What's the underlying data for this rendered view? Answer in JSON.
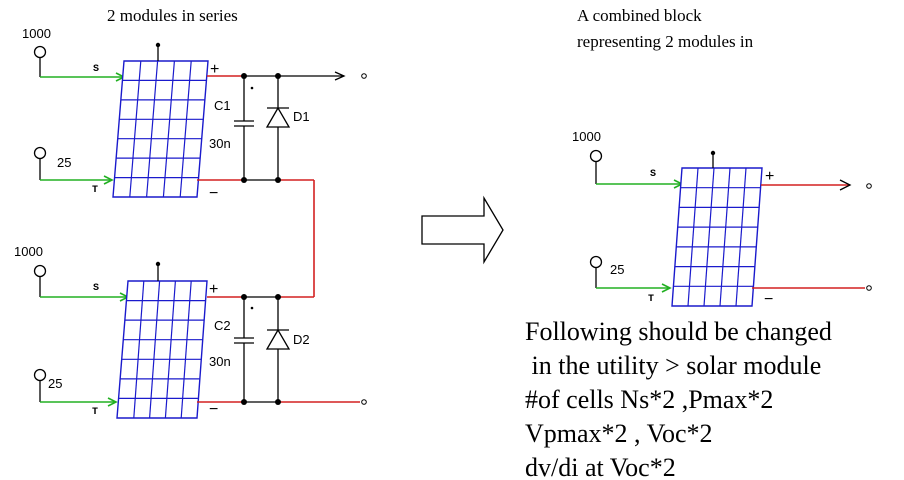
{
  "left_title": "2 modules in series",
  "right_title_line1": "A combined block",
  "right_title_line2": "representing 2 modules in",
  "module_top": {
    "irradiance": "1000",
    "temperature": "25",
    "input_s": "S",
    "input_t": "T",
    "plus": "+",
    "minus": "−",
    "capacitor_name": "C1",
    "capacitor_value": "30n",
    "diode_name": "D1"
  },
  "module_bottom": {
    "irradiance": "1000",
    "temperature": "25",
    "input_s": "S",
    "input_t": "T",
    "plus": "+",
    "minus": "−",
    "capacitor_name": "C2",
    "capacitor_value": "30n",
    "diode_name": "D2"
  },
  "module_combined": {
    "irradiance": "1000",
    "temperature": "25",
    "input_s": "S",
    "input_t": "T",
    "plus": "+",
    "minus": "−"
  },
  "notes": [
    "Following should be changed",
    " in the utility > solar module",
    "#of cells Ns*2 ,Pmax*2",
    "Vpmax*2 , Voc*2",
    "dv/di at Voc*2"
  ],
  "colors": {
    "grid": "#1a1acc",
    "wire_input": "#22b022",
    "wire_output": "#d42020",
    "wire_black": "#000000"
  }
}
